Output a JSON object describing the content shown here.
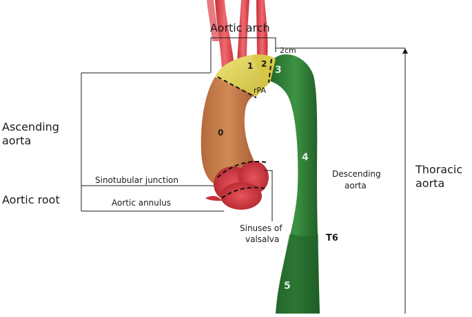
{
  "title": "Aortic arch",
  "labels": {
    "ascending_aorta_1": "Ascending",
    "ascending_aorta_2": "aorta",
    "aortic_root": "Aortic root",
    "sinotubular_junction": "Sinotubular junction",
    "aortic_annulus": "Aortic annulus",
    "sinuses_1": "Sinuses of",
    "sinuses_2": "valsalva",
    "descending_1": "Descending",
    "descending_2": "aorta",
    "thoracic_1": "Thoracic",
    "thoracic_2": "aorta",
    "two_cm": "2cm",
    "rpa": "rPA",
    "t6": "T6"
  },
  "segments": {
    "s0": "0",
    "s1": "1",
    "s2": "2",
    "s3": "3",
    "s4": "4",
    "s5": "5"
  },
  "colors": {
    "ascending": "#c27a4a",
    "arch": "#e4d54a",
    "descending": "#2f7d35",
    "descending_dark": "#1f5f27",
    "root": "#d0343c",
    "vessels": "#e0404a"
  }
}
